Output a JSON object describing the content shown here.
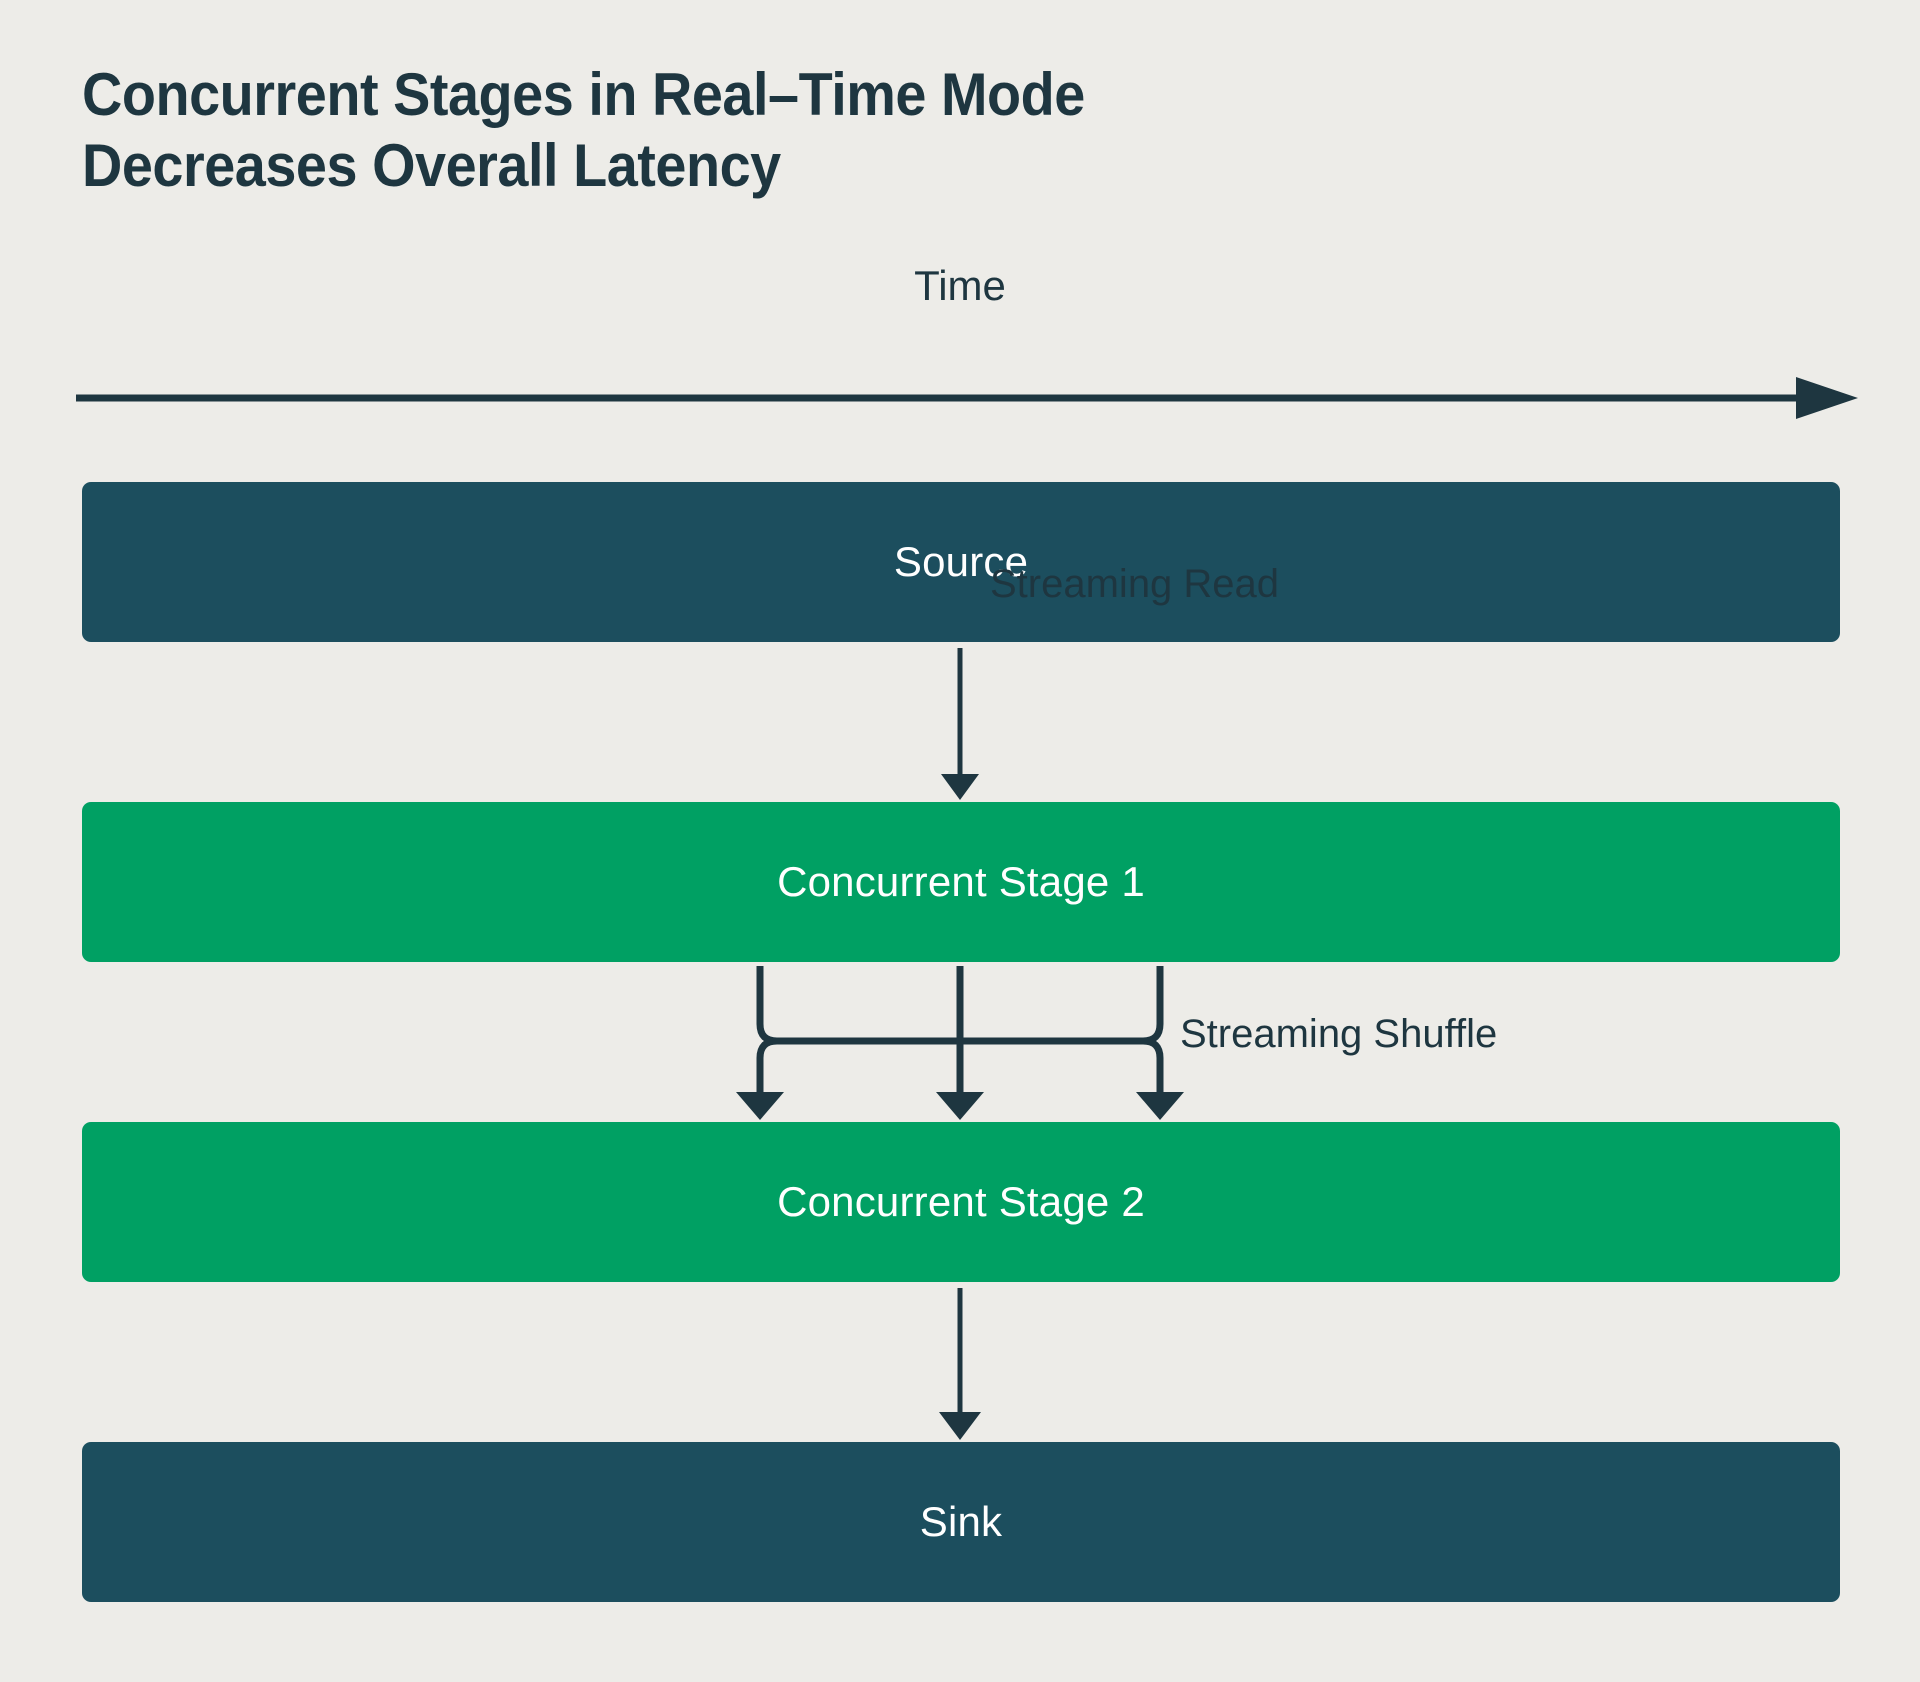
{
  "page": {
    "background_color": "#EDECE8",
    "title": "Concurrent Stages in Real–Time Mode\nDecreases Overall Latency",
    "title_color": "#1E3640"
  },
  "axis": {
    "label": "Time",
    "direction": "left-to-right",
    "line_color": "#1E3640",
    "arrow_icon": "arrow-right-icon"
  },
  "diagram": {
    "type": "flow",
    "orientation": "vertical",
    "colors": {
      "source_sink": "#1C4E5E",
      "stage": "#00A063",
      "connector": "#1E3640",
      "box_text": "#FFFFFF"
    },
    "nodes": [
      {
        "id": "source",
        "label": "Source",
        "kind": "source",
        "color": "#1C4E5E"
      },
      {
        "id": "stage1",
        "label": "Concurrent Stage 1",
        "kind": "stage",
        "color": "#00A063"
      },
      {
        "id": "stage2",
        "label": "Concurrent Stage 2",
        "kind": "stage",
        "color": "#00A063"
      },
      {
        "id": "sink",
        "label": "Sink",
        "kind": "sink",
        "color": "#1C4E5E"
      }
    ],
    "edges": [
      {
        "id": "read",
        "from": "source",
        "to": "stage1",
        "label": "Streaming Read",
        "style": "single-arrow"
      },
      {
        "id": "shuffle",
        "from": "stage1",
        "to": "stage2",
        "label": "Streaming Shuffle",
        "style": "fan-out-bus",
        "branches": 3
      },
      {
        "id": "write",
        "from": "stage2",
        "to": "sink",
        "label": "",
        "style": "single-arrow"
      }
    ]
  }
}
